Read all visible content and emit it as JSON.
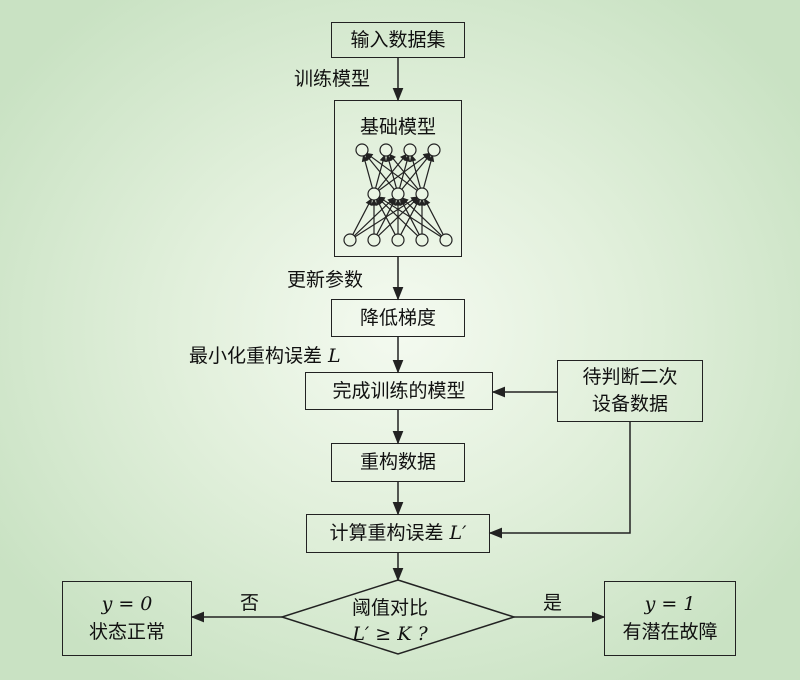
{
  "nodes": {
    "input": "输入数据集",
    "base_model": "基础模型",
    "descend": "降低梯度",
    "trained": "完成训练的模型",
    "pending_line1": "待判断二次",
    "pending_line2": "设备数据",
    "reconstruct": "重构数据",
    "calc_prefix": "计算重构误差 ",
    "calc_var": "L′",
    "decision_line1": "阈值对比",
    "decision_line2": "L′ ≥ K ?",
    "normal_eq": "y = 0",
    "normal_text": "状态正常",
    "fault_eq": "y = 1",
    "fault_text": "有潜在故障"
  },
  "edge_labels": {
    "train": "训练模型",
    "update": "更新参数",
    "minimize_prefix": "最小化重构误差 ",
    "minimize_var": "L",
    "no": "否",
    "yes": "是"
  },
  "colors": {
    "line": "#222222",
    "background_center": "#f4faf0",
    "background_edge": "#c9e2c3"
  }
}
